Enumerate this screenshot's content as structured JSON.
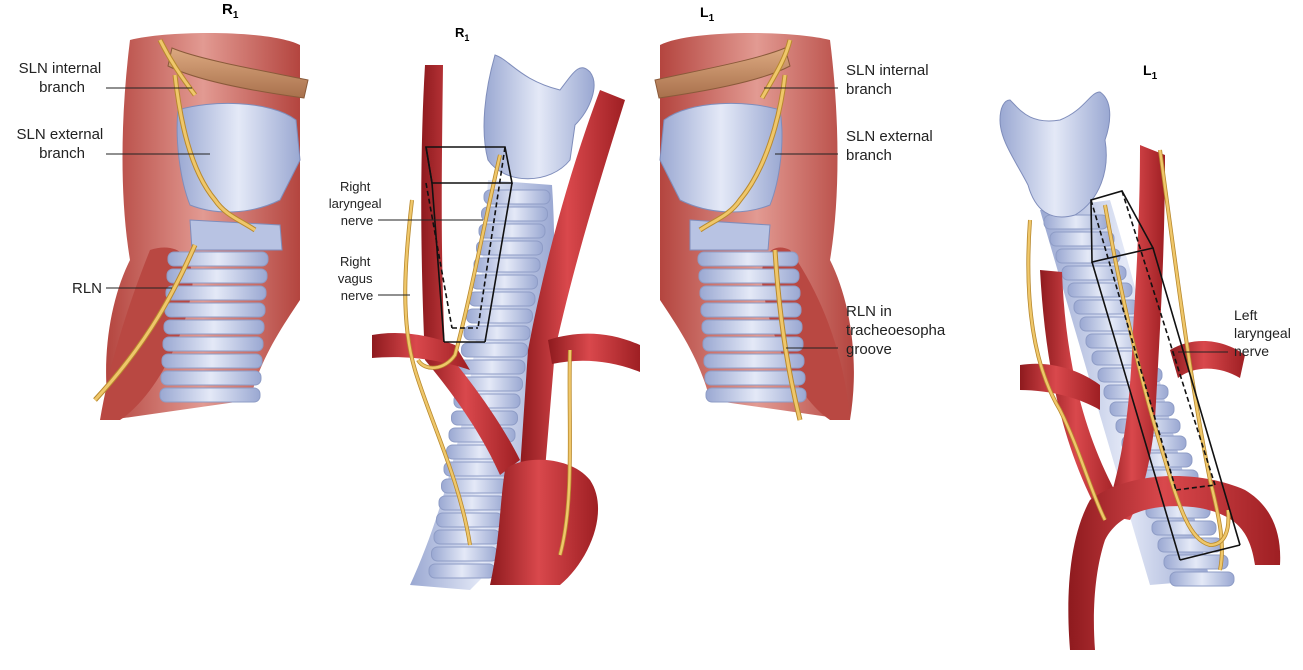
{
  "panels": [
    {
      "title_main": "R",
      "title_sub": "1"
    },
    {
      "title_main": "R",
      "title_sub": "1"
    },
    {
      "title_main": "L",
      "title_sub": "1"
    },
    {
      "title_main": "L",
      "title_sub": "1"
    }
  ],
  "labels": {
    "p1_sln_internal": [
      "SLN internal",
      "branch"
    ],
    "p1_sln_external": [
      "SLN external",
      "branch"
    ],
    "p1_rln": [
      "RLN"
    ],
    "p2_right_laryngeal": [
      "Right",
      "laryngeal",
      "nerve"
    ],
    "p2_right_vagus": [
      "Right",
      "vagus",
      "nerve"
    ],
    "p3_sln_internal": [
      "SLN internal",
      "branch"
    ],
    "p3_sln_external": [
      "SLN external",
      "branch"
    ],
    "p3_rln_groove": [
      "RLN in",
      "tracheoesopha",
      "groove"
    ],
    "p4_left_laryngeal": [
      "Left",
      "laryngeal",
      "nerve"
    ]
  },
  "colors": {
    "artery": "#b8282c",
    "artery_hi": "#e0575a",
    "muscle": "#c9605c",
    "muscle_hi": "#e8a39b",
    "cartilage": "#c9d3ec",
    "cartilage_dark": "#8e9cc6",
    "nerve": "#efc76a",
    "nerve_edge": "#b8892e",
    "hyoid": "#c7906a"
  }
}
